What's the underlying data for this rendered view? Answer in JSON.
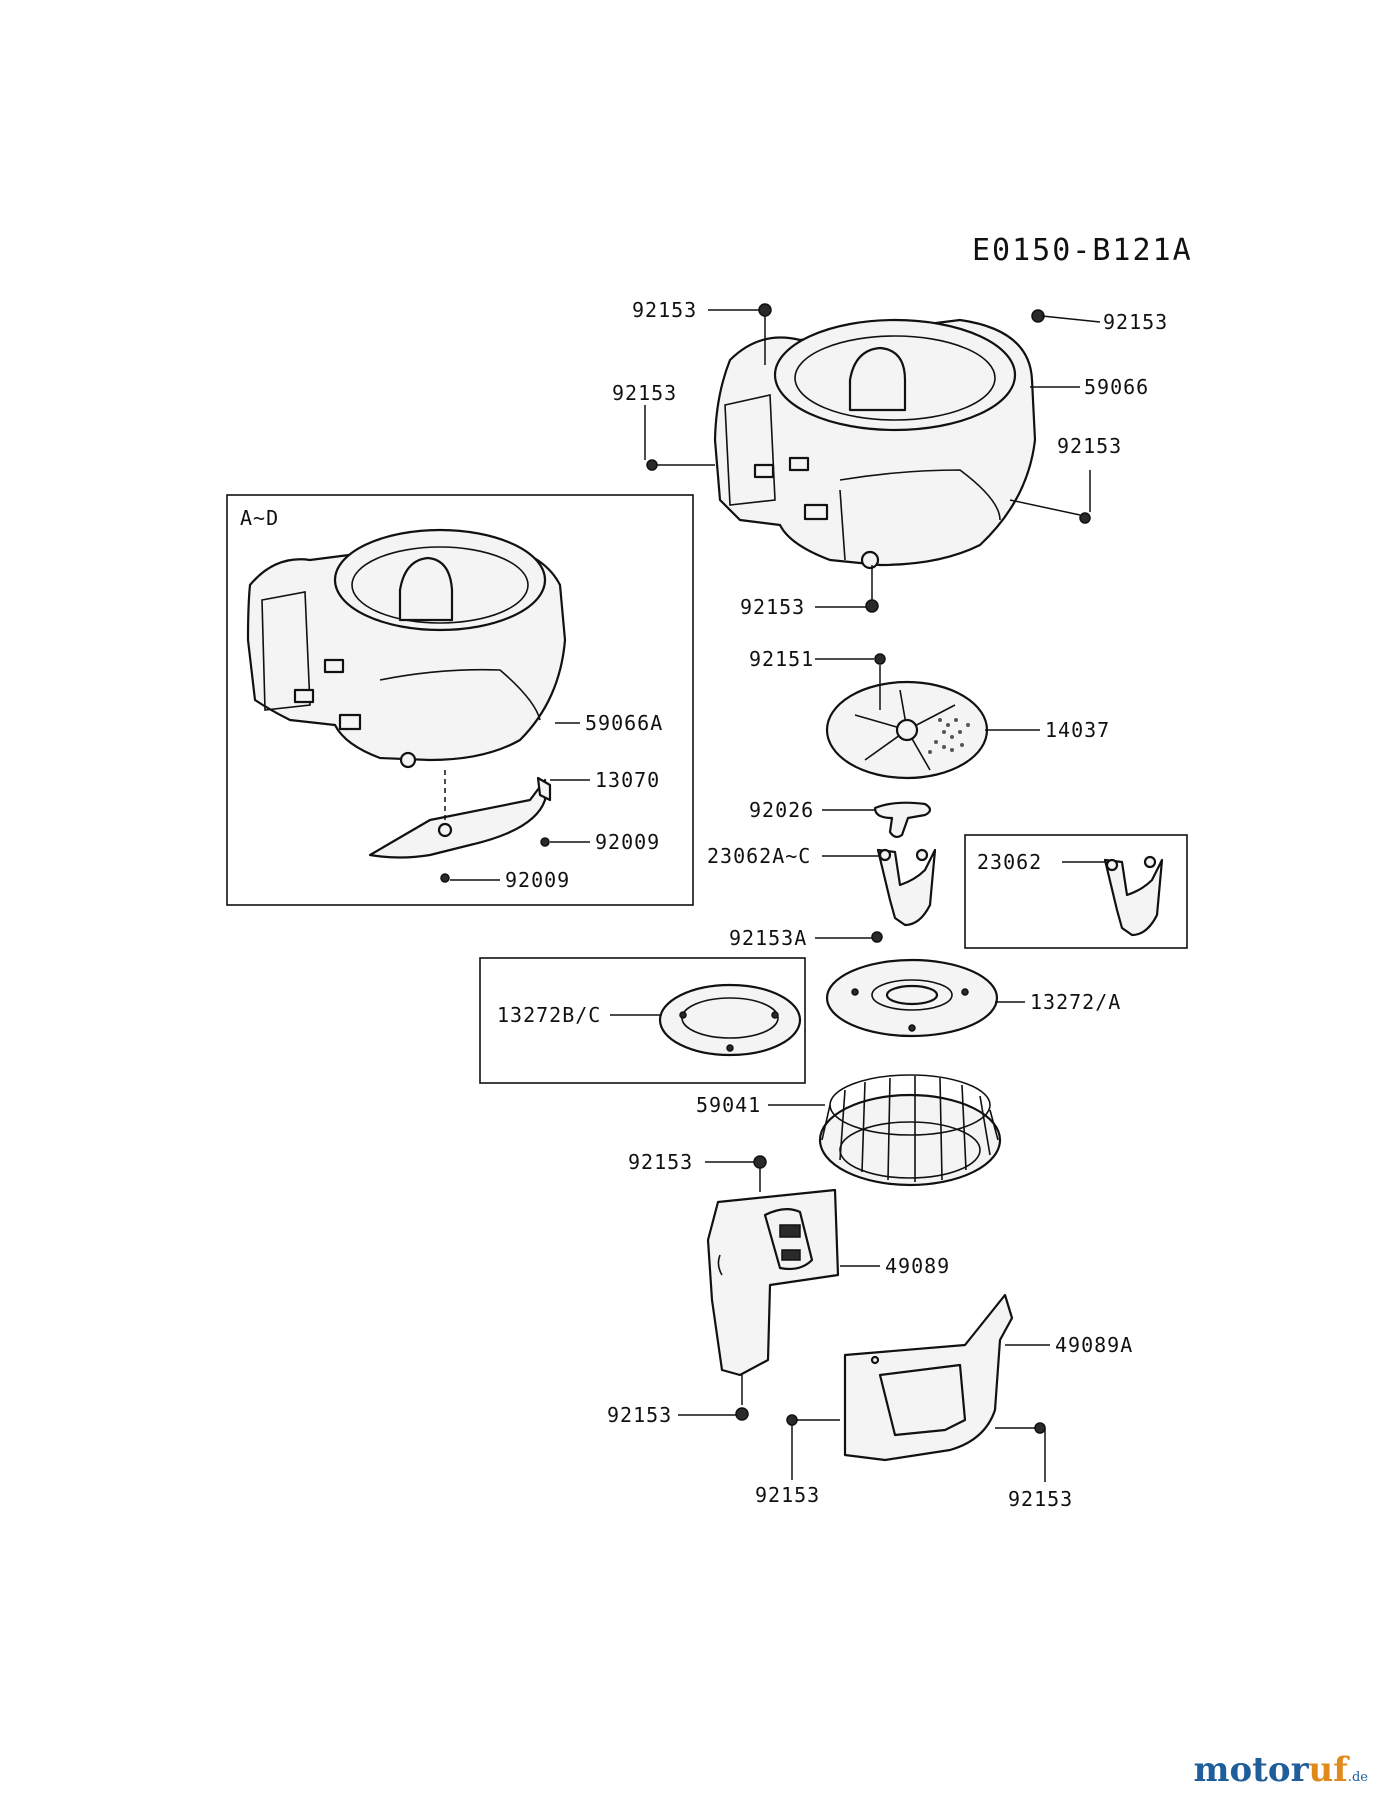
{
  "diagram_code": "E0150-B121A",
  "group_box_label": "A~D",
  "parts": {
    "bolt_top_left": "92153",
    "bolt_top_right": "92153",
    "bolt_upper_left": "92153",
    "housing": "59066",
    "bolt_right": "92153",
    "bolt_bottom": "92153",
    "housing_variant": "59066A",
    "guide": "13070",
    "screw_guide_right": "92009",
    "screw_guide_bottom": "92009",
    "screw_screen": "92151",
    "screen": "14037",
    "bracket": "92026",
    "stand_variant": "23062A~C",
    "stand": "23062",
    "bolt_plate": "92153A",
    "plate_variant": "13272B/C",
    "plate": "13272/A",
    "fan": "59041",
    "bolt_cover": "92153",
    "cover": "49089",
    "cover_variant": "49089A",
    "bolt_cover_bottom": "92153",
    "bolt_lower_left": "92153",
    "bolt_lower_right": "92153"
  },
  "watermark": {
    "text_main": "motor",
    "text_accent": "uf",
    "text_tld": ".de"
  },
  "colors": {
    "line": "#111111",
    "fill": "#f4f4f4",
    "brand_blue": "#1f5e9a",
    "brand_orange": "#e08a1e"
  }
}
